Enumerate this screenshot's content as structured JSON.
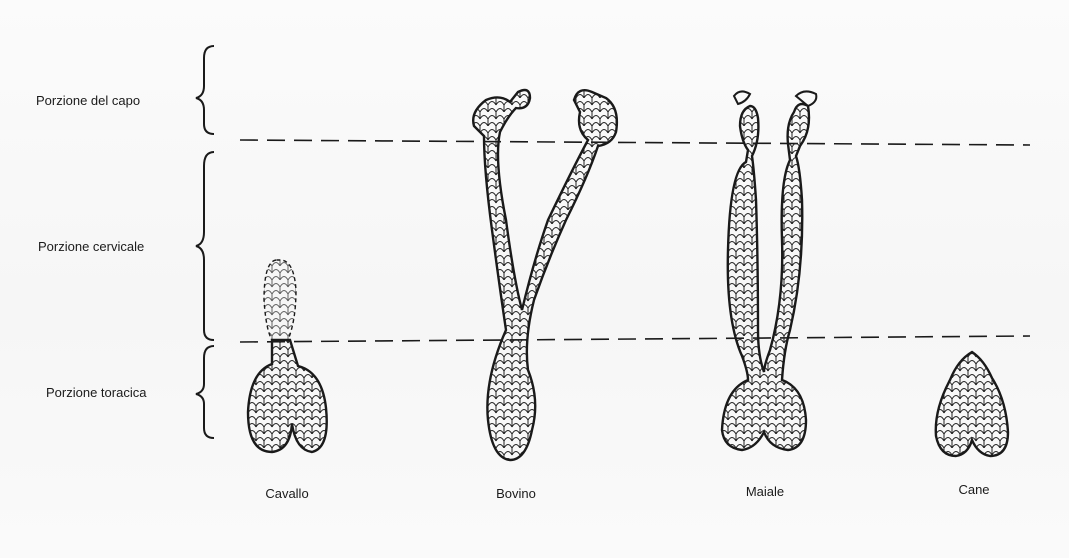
{
  "regions": [
    {
      "label": "Porzione del capo"
    },
    {
      "label": "Porzione cervicale"
    },
    {
      "label": "Porzione toracica"
    }
  ],
  "species": [
    {
      "label": "Cavallo"
    },
    {
      "label": "Bovino"
    },
    {
      "label": "Maiale"
    },
    {
      "label": "Cane"
    }
  ],
  "colors": {
    "ink": "#1a1a1a",
    "paper": "#ffffff"
  }
}
